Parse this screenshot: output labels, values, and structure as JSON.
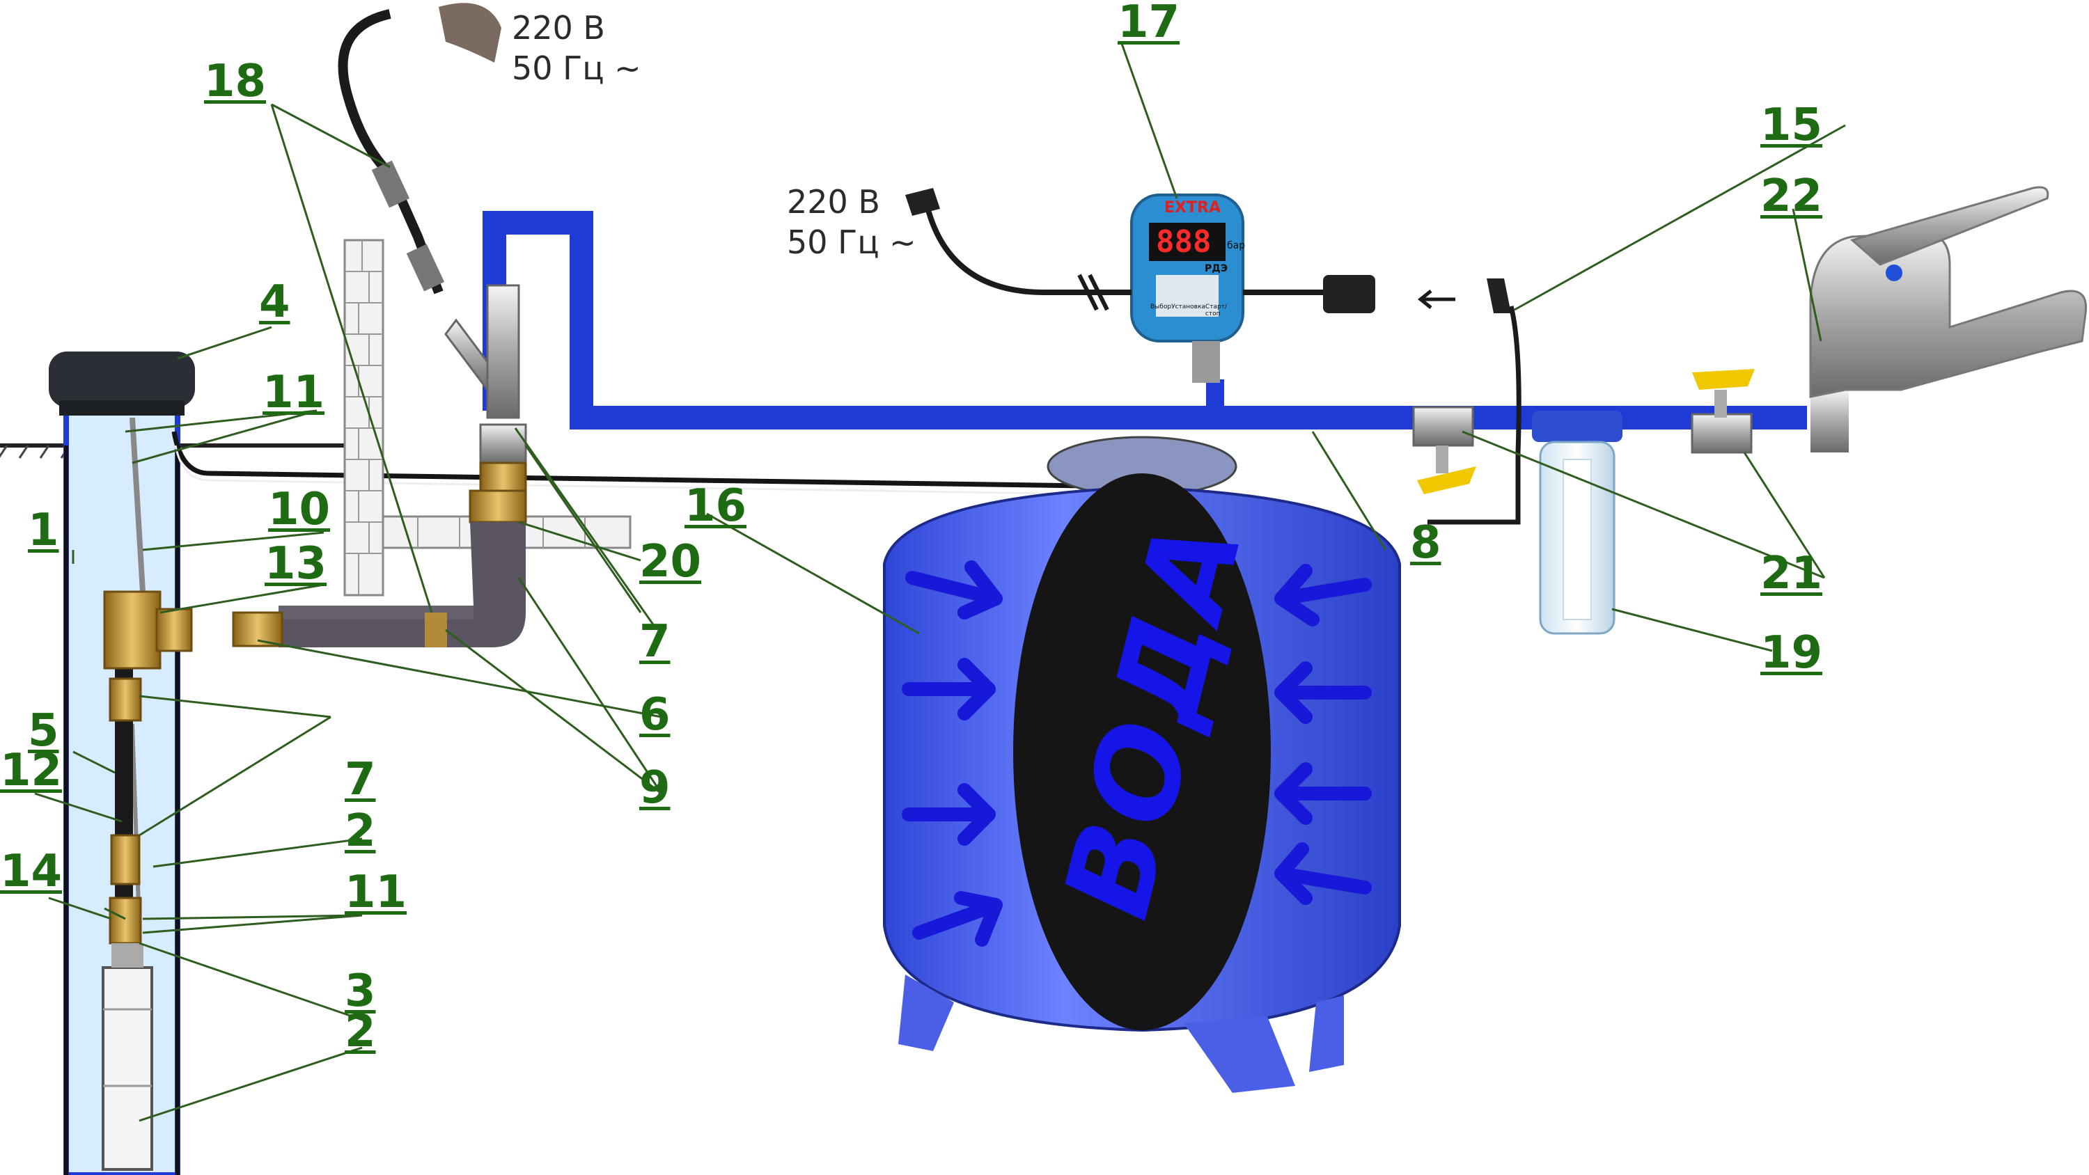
{
  "callouts": {
    "c1": "1",
    "c2a": "2",
    "c2b": "2",
    "c3": "3",
    "c4": "4",
    "c5": "5",
    "c6": "6",
    "c7a": "7",
    "c7b": "7",
    "c8": "8",
    "c9a": "9",
    "c10": "10",
    "c11a": "11",
    "c11b": "11",
    "c12": "12",
    "c13": "13",
    "c14": "14",
    "c15": "15",
    "c16": "16",
    "c17": "17",
    "c18": "18",
    "c19": "19",
    "c20": "20",
    "c21": "21",
    "c22": "22"
  },
  "power_top": {
    "voltage": "220 В",
    "frequency": "50 Гц ~"
  },
  "power_left": {
    "voltage": "220 В",
    "frequency": "50 Гц ~"
  },
  "tank": {
    "water_label": "ВОДА"
  },
  "controller": {
    "brand": "EXTRA",
    "display": "888",
    "unit": "бар",
    "model": "РДЭ",
    "buttons": [
      "Выбор",
      "Установка",
      "Старт/стоп"
    ]
  },
  "colors": {
    "pipe": "#1f3bd6",
    "tank": "#4a63f0",
    "bladder": "#151515",
    "callout": "#1e6b14",
    "brass": "#c8962e",
    "insulation": "#5a5560"
  }
}
